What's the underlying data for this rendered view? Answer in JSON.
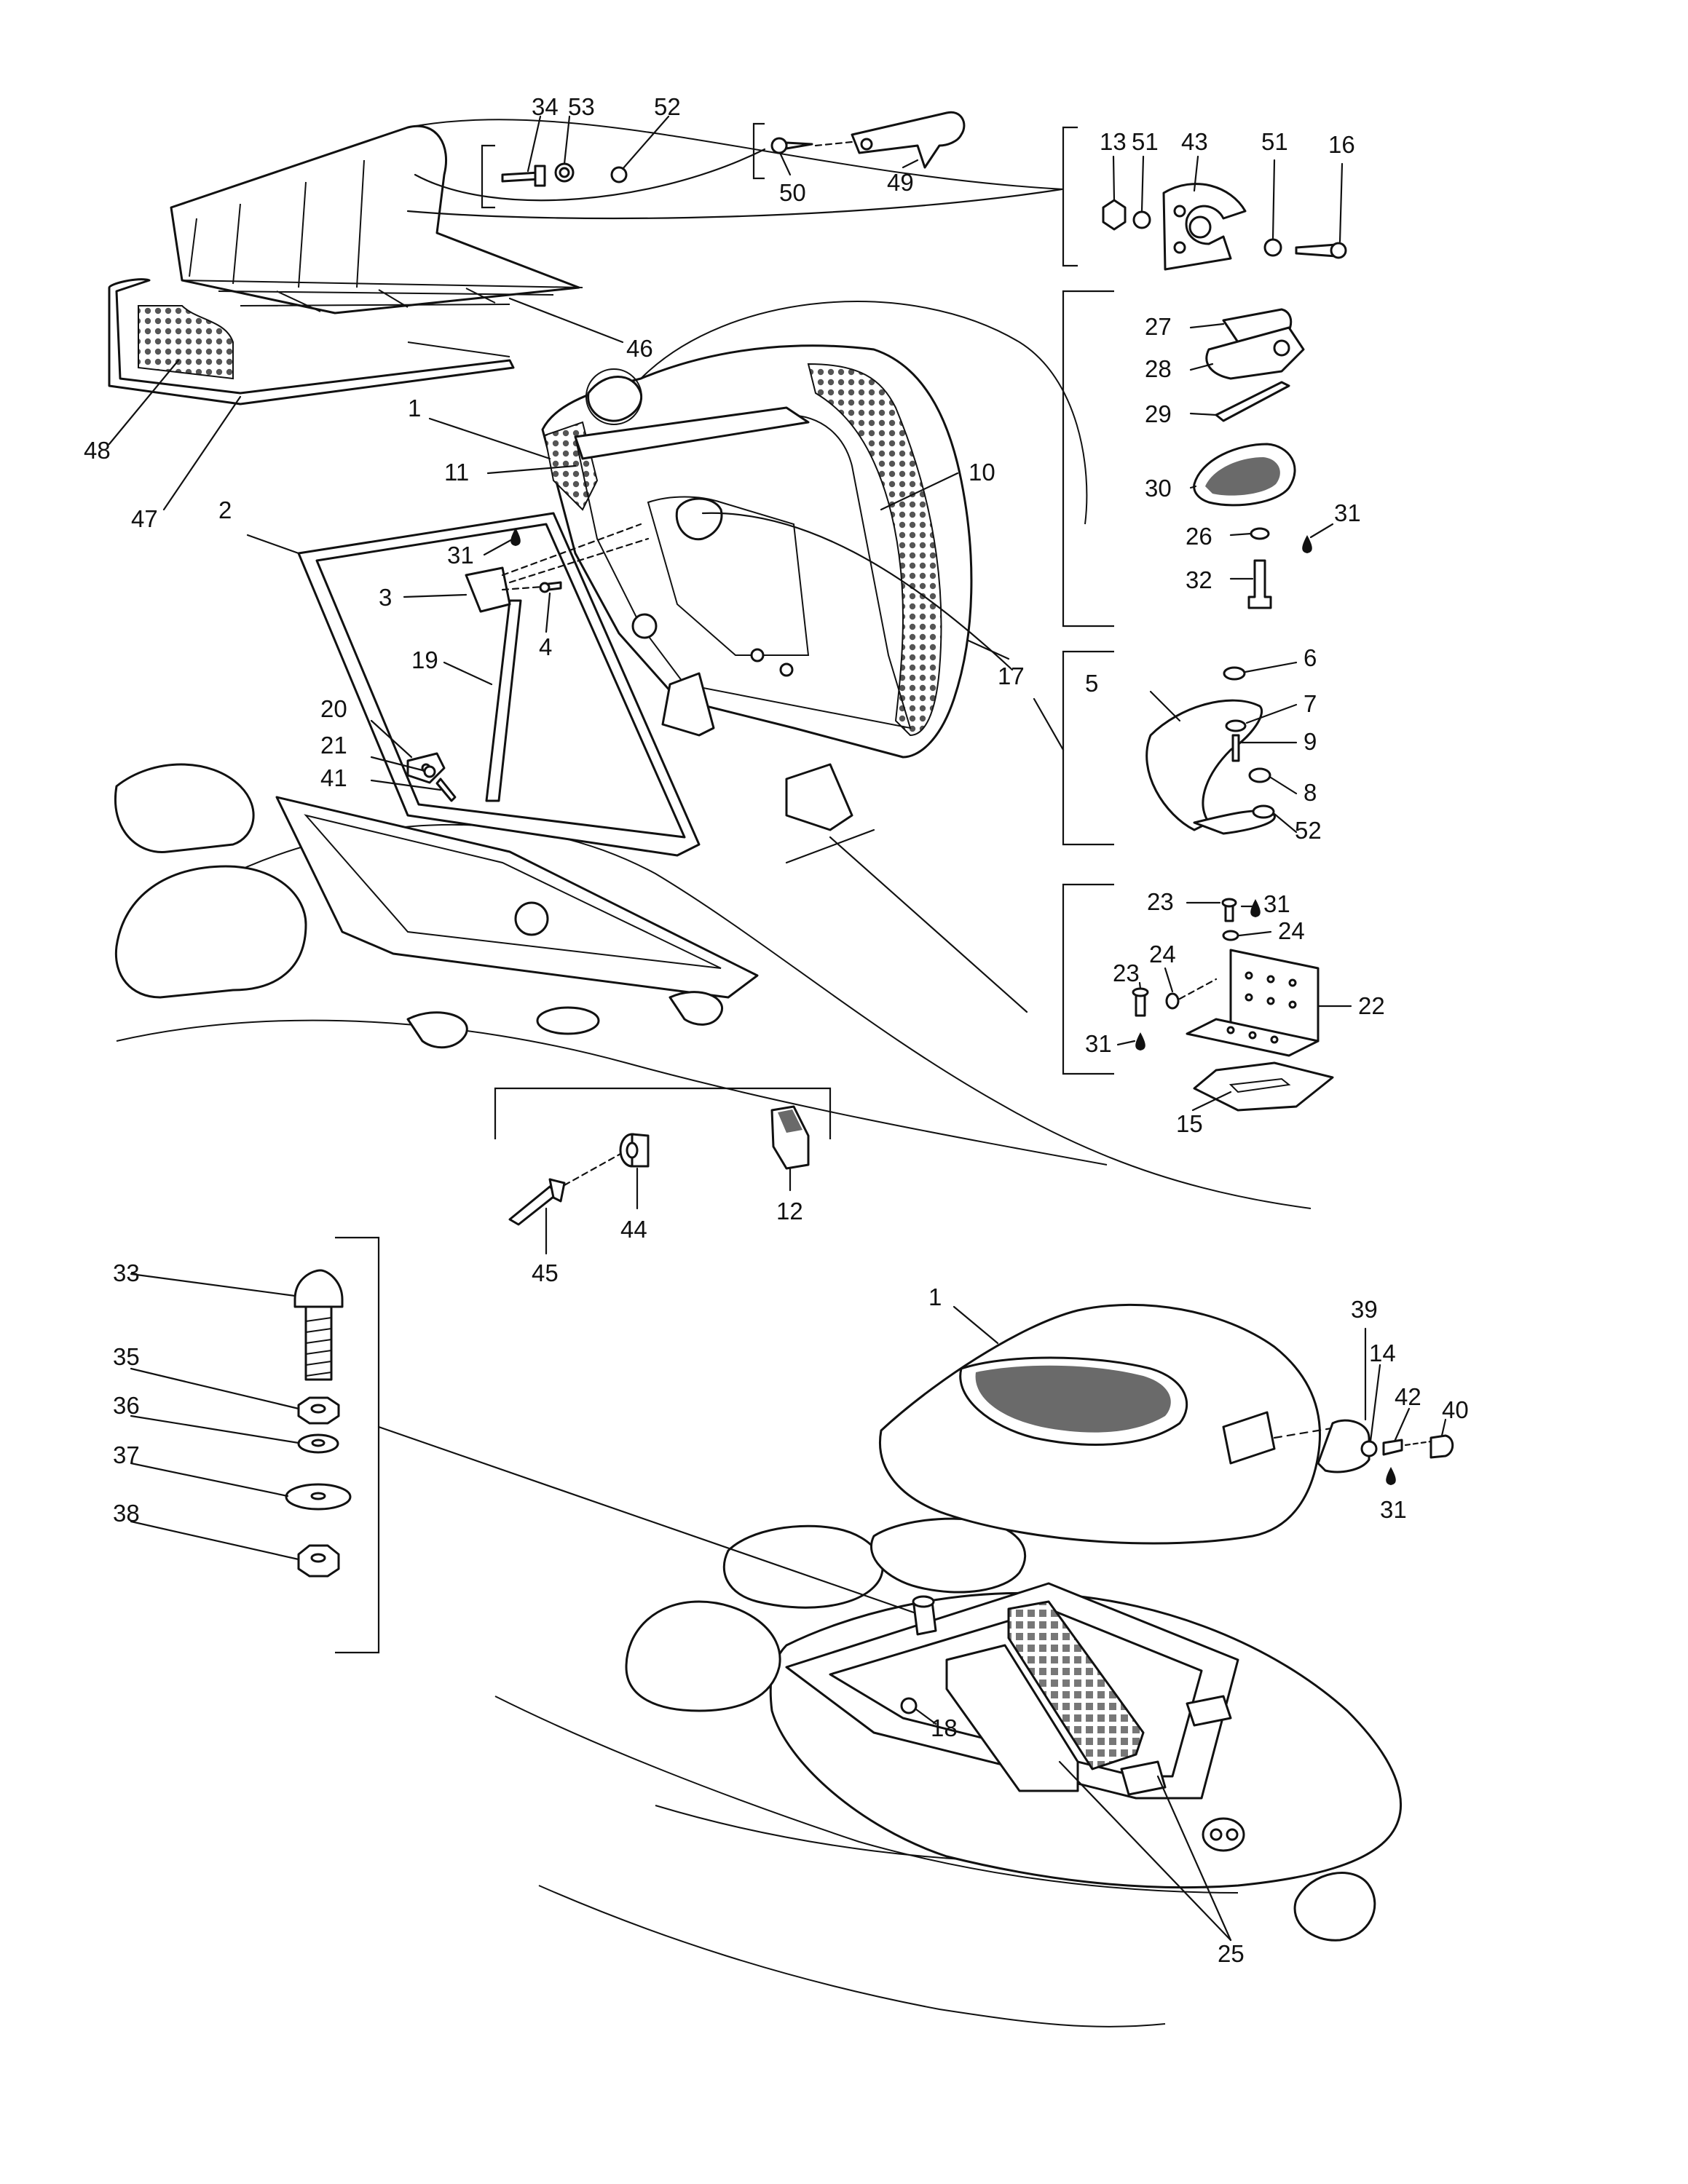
{
  "parts": {
    "p1": "1",
    "p2": "2",
    "p3": "3",
    "p4": "4",
    "p5": "5",
    "p6": "6",
    "p7": "7",
    "p8": "8",
    "p9": "9",
    "p10": "10",
    "p11": "11",
    "p12": "12",
    "p13": "13",
    "p14": "14",
    "p15": "15",
    "p16": "16",
    "p17": "17",
    "p18": "18",
    "p19": "19",
    "p20": "20",
    "p21": "21",
    "p22": "22",
    "p23": "23",
    "p24": "24",
    "p25": "25",
    "p26": "26",
    "p27": "27",
    "p28": "28",
    "p29": "29",
    "p30": "30",
    "p31": "31",
    "p32": "32",
    "p33": "33",
    "p34": "34",
    "p35": "35",
    "p36": "36",
    "p37": "37",
    "p38": "38",
    "p39": "39",
    "p40": "40",
    "p41": "41",
    "p42": "42",
    "p43": "43",
    "p44": "44",
    "p45": "45",
    "p46": "46",
    "p47": "47",
    "p48": "48",
    "p49": "49",
    "p50": "50",
    "p51": "51",
    "p52": "52",
    "p53": "53"
  },
  "colors": {
    "line": "#111111",
    "fill": "#ffffff",
    "shade": "#6a6a6a"
  },
  "icons": {
    "drop": "threadlocker-drop-icon"
  }
}
